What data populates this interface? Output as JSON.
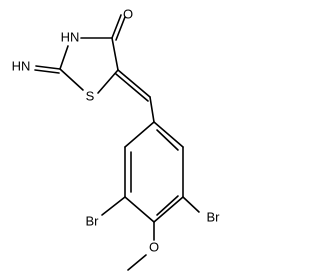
{
  "structure": {
    "atom_labels": {
      "oxygen_carbonyl": "O",
      "nh": "HN",
      "imine": "HN",
      "sulfur": "S",
      "bromine_left": "Br",
      "bromine_right": "Br",
      "oxygen_methoxy": "O"
    }
  }
}
